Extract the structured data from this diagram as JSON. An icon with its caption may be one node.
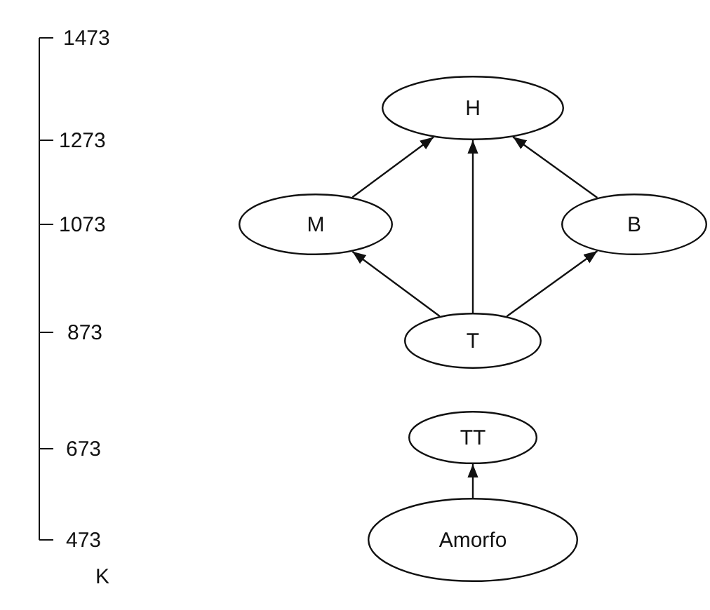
{
  "diagram": {
    "nodes": [
      {
        "text": [
          "H"
        ]
      },
      {
        "text": [
          "M"
        ]
      },
      {
        "text": [
          "B"
        ]
      },
      {
        "text": [
          "T"
        ]
      },
      {
        "text": [
          "TT"
        ]
      },
      {
        "text": [
          "Amorfo"
        ]
      }
    ],
    "edges": [
      {
        "from": 1,
        "to": 0,
        "arrow": "to"
      },
      {
        "from": 3,
        "to": 0,
        "arrow": "to"
      },
      {
        "from": 2,
        "to": 0,
        "arrow": "to"
      },
      {
        "from": 3,
        "to": 1,
        "arrow": "to"
      },
      {
        "from": 3,
        "to": 2,
        "arrow": "to"
      },
      {
        "from": 5,
        "to": 4,
        "arrow": "to"
      }
    ],
    "labels": [
      "1473",
      "1273",
      "1073",
      "873",
      "673",
      "473",
      "K"
    ]
  }
}
